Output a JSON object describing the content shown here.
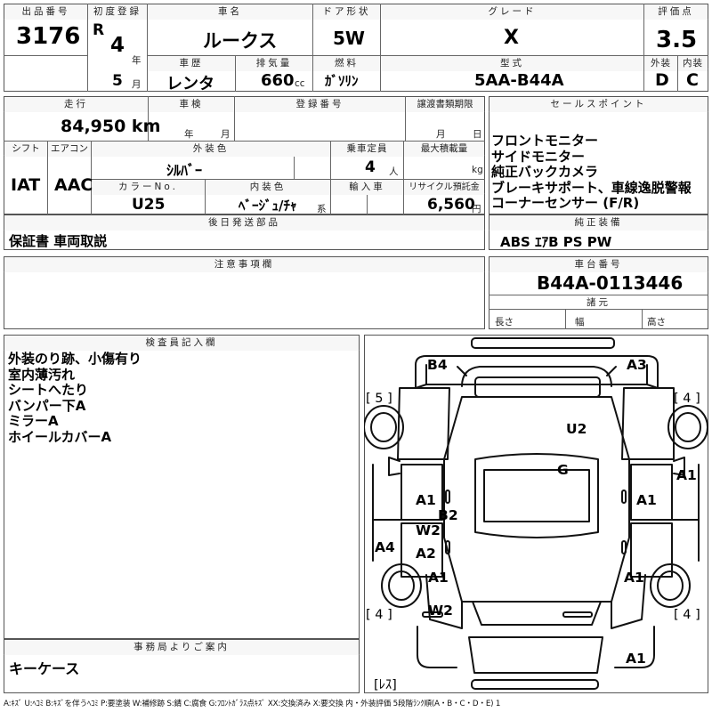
{
  "header": {
    "lot_label": "出品番号",
    "lot": "3176",
    "reg_label": "初度登録",
    "era": "R",
    "reg_year": "4",
    "year_unit": "年",
    "reg_month": "5",
    "month_unit": "月",
    "name_label": "車名",
    "name": "ルークス",
    "mileage_kind_label": "車歴",
    "mileage_kind": "レンタ",
    "displacement_label": "排気量",
    "displacement": "660",
    "displacement_unit": "cc",
    "door_label": "ドア形状",
    "door": "5W",
    "fuel_label": "燃料",
    "fuel": "ｶﾞｿﾘﾝ",
    "grade_label": "グレード",
    "grade": "X",
    "model_label": "型式",
    "model": "5AA-B44A",
    "score_label": "評価点",
    "score": "3.5",
    "exterior_label": "外装",
    "exterior": "D",
    "interior_label": "内装",
    "interior": "C"
  },
  "spec": {
    "travel_label": "走行",
    "travel": "84,950 km",
    "inspection_label": "車検",
    "inspection_year": "年",
    "inspection_month": "月",
    "registration_no_label": "登録番号",
    "transfer_label": "譲渡書類期限",
    "transfer_month": "月",
    "transfer_day": "日",
    "shift_label": "シフト",
    "shift": "IAT",
    "ac_label": "エアコン",
    "ac": "AAC",
    "ext_color_label": "外装色",
    "ext_color": "ｼﾙﾊﾞｰ",
    "capacity_label": "乗車定員",
    "capacity": "4",
    "capacity_unit": "人",
    "max_load_label": "最大積載量",
    "max_load_unit": "kg",
    "color_no_label": "カラーNo.",
    "color_no": "U25",
    "int_color_label": "内装色",
    "int_color": "ﾍﾞｰｼﾞｭ/ﾁｬ",
    "int_color_unit": "系",
    "import_label": "輸入車",
    "recycle_label": "リサイクル預託金",
    "recycle": "6,560",
    "recycle_unit": "円"
  },
  "sales_points": {
    "label": "セールスポイント",
    "items": [
      "フロントモニター",
      "サイドモニター",
      "純正バックカメラ",
      "ブレーキサポート、車線逸脱警報",
      "コーナーセンサー (F/R)"
    ]
  },
  "later_parts": {
    "label": "後日発送部品",
    "text": "保証書 車両取説"
  },
  "equipment": {
    "label": "純正装備",
    "text": "ABS ｴｱB PS PW"
  },
  "notes": {
    "label": "注意事項欄"
  },
  "chassis": {
    "label": "車台番号",
    "number": "B44A-0113446",
    "dims_label": "諸元",
    "length": "長さ",
    "width": "幅",
    "height": "高さ"
  },
  "inspector": {
    "label": "検査員記入欄",
    "lines": [
      "外装のり跡、小傷有り",
      "室内薄汚れ",
      "シートへたり",
      "バンパー下A",
      "ミラーA",
      "ホイールカバーA"
    ]
  },
  "office": {
    "label": "事務局よりご案内",
    "text": "キーケース"
  },
  "diagram": {
    "marks": {
      "b4": "B4",
      "a3": "A3",
      "u2": "U2",
      "g": "G",
      "a1_lf": "A1",
      "b2": "B2",
      "a1_rf": "A1",
      "a1_side": "A1",
      "w2_l": "W2",
      "a4": "A4",
      "a2": "A2",
      "a1_lr": "A1",
      "a1_rr": "A1",
      "w2_b": "W2",
      "a1_back": "A1"
    },
    "tread": {
      "fl": "[ 5 ]",
      "fr": "[ 4 ]",
      "rl": "[ 4 ]",
      "rr": "[ 4 ]",
      "spare": "[ﾚｽ]"
    }
  },
  "legend": "A:ｷｽﾞ U:ﾍｺﾐ B:ｷｽﾞを伴うﾍｺﾐ P:要塗装 W:補修跡 S:錆 C:腐食 G:ﾌﾛﾝﾄｶﾞﾗｽ点ｷｽﾞ XX:交換済み X:要交換 内・外装評価 5段階ﾗﾝｸ順(A・B・C・D・E) 1"
}
